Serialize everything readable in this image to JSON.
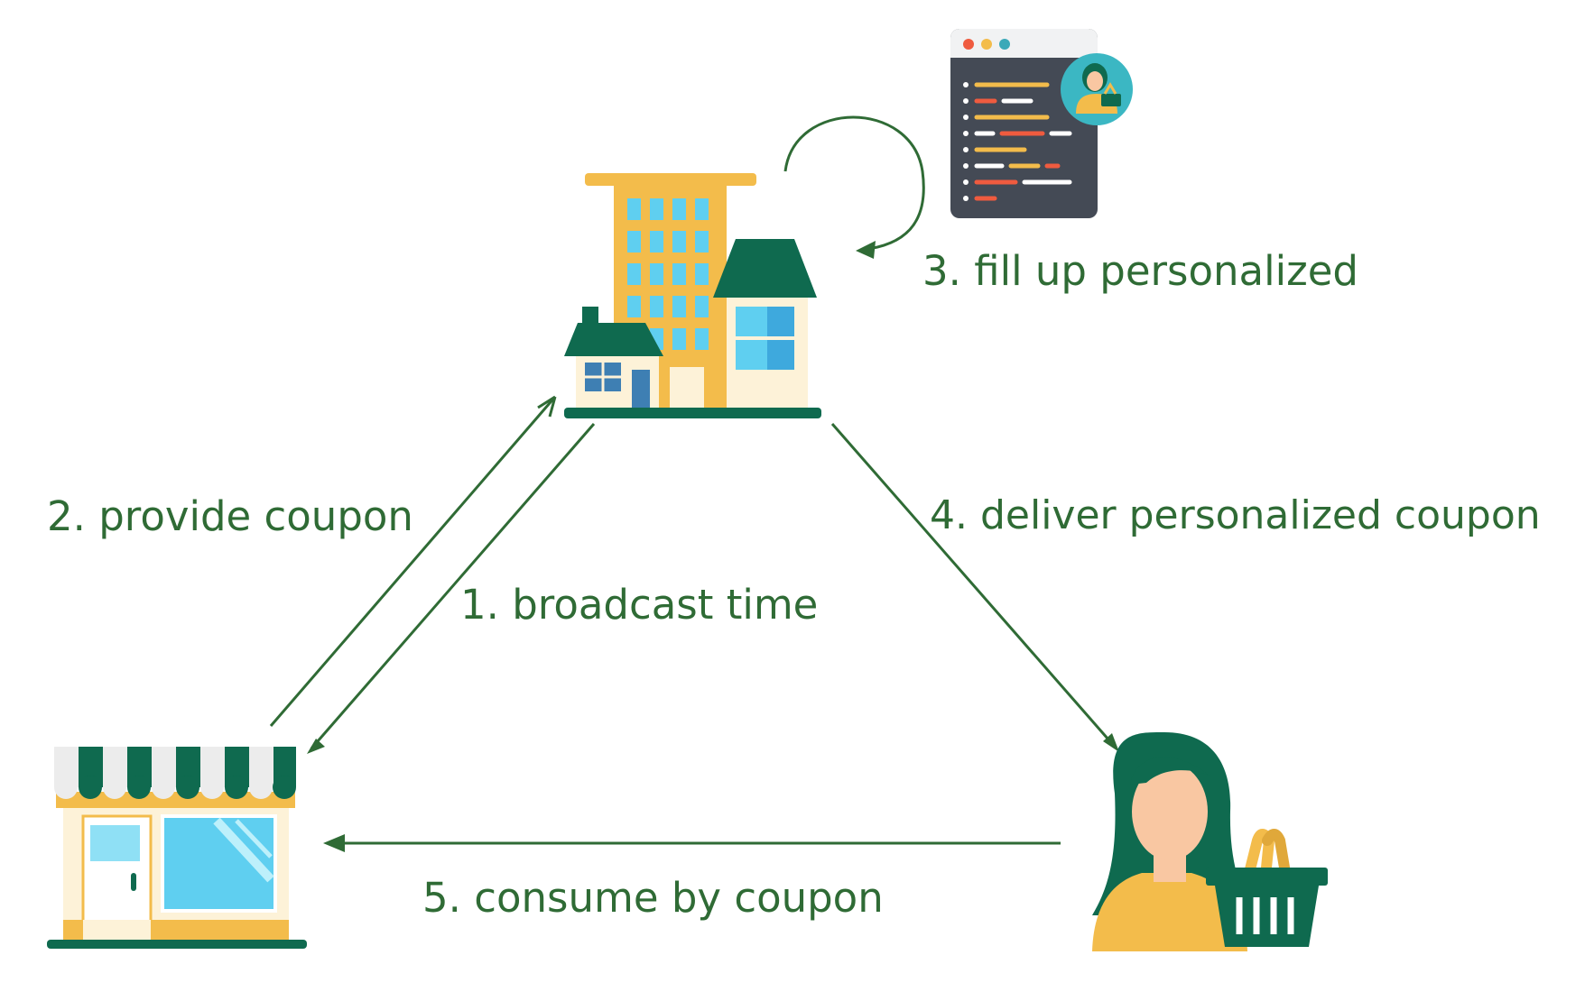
{
  "colors": {
    "arrow": "#2f6b35",
    "label": "#2f6b35",
    "dark_green": "#0f6a4f",
    "yellow": "#f3bc4b",
    "light_blue": "#5fcff0",
    "cream": "#fdf2d8",
    "skin": "#f9c7a2",
    "screen_dark": "#444a55"
  },
  "steps": {
    "s1": "1. broadcast time",
    "s2": "2. provide coupon",
    "s3": "3. fill up personalized",
    "s4": "4. deliver personalized coupon",
    "s5": "5. consume by coupon"
  },
  "icons": {
    "company": "office-buildings-icon",
    "store": "storefront-icon",
    "customer": "shopper-with-basket-icon",
    "app": "personalization-app-window-icon"
  }
}
